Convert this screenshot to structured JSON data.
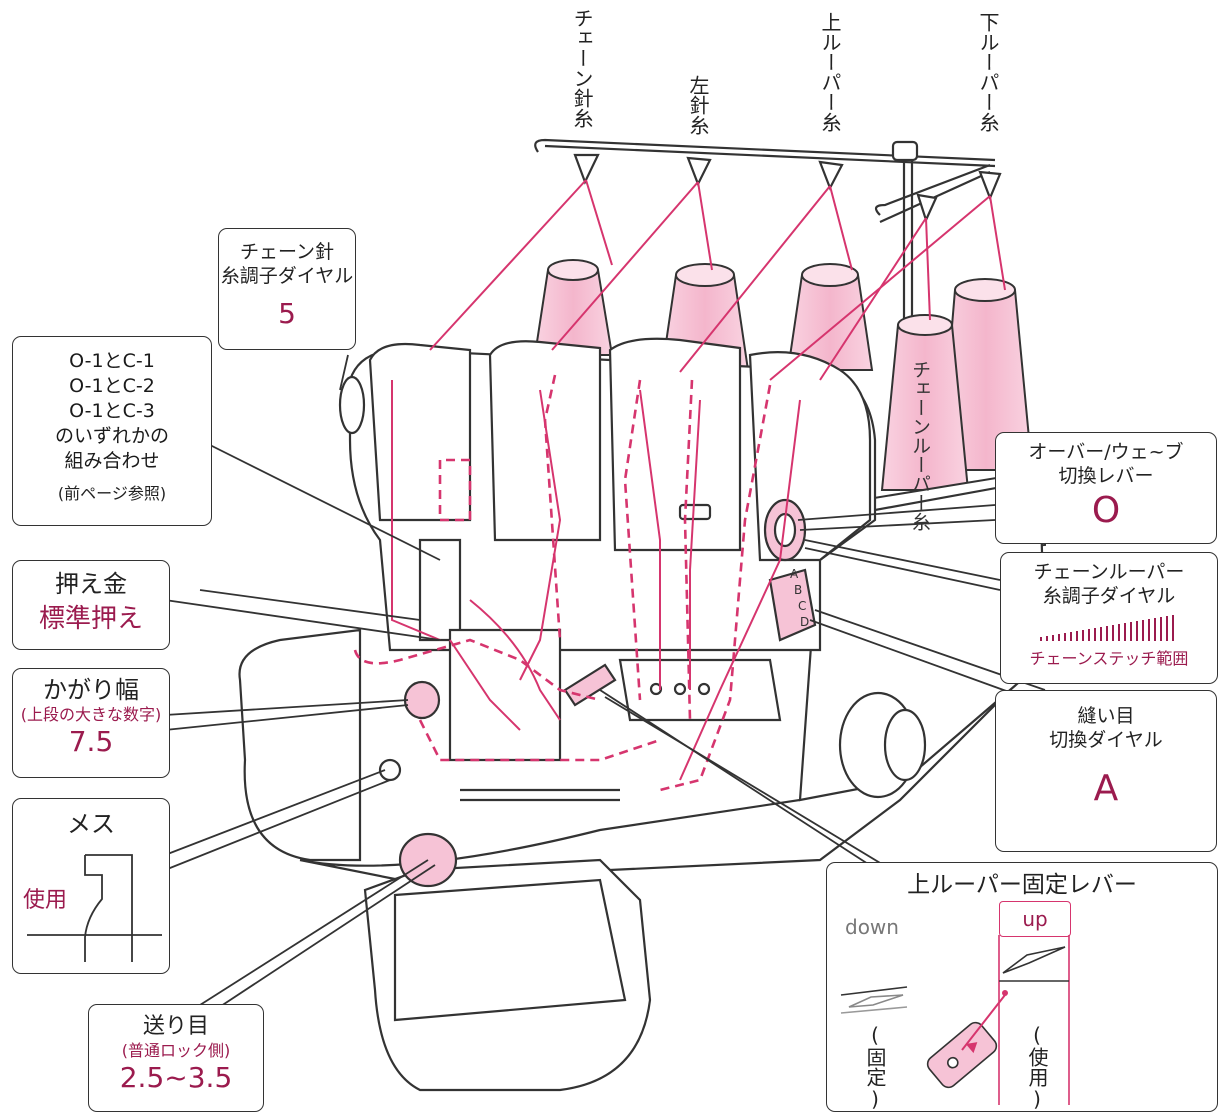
{
  "thread_labels": {
    "chain_needle": "チェーン針糸",
    "left_needle": "左針糸",
    "upper_looper": "上ルーパー糸",
    "lower_looper": "下ルーパー糸"
  },
  "spool_label": "チェーンルーパー糸",
  "callouts": {
    "chain_needle_dial": {
      "title_1": "チェーン針",
      "title_2": "糸調子ダイヤル",
      "value": "5"
    },
    "combination": {
      "lines": [
        "O-1とC-1",
        "O-1とC-2",
        "O-1とC-3",
        "のいずれかの",
        "組み合わせ"
      ],
      "note": "(前ページ参照)"
    },
    "presser_foot": {
      "title": "押え金",
      "value": "標準押え"
    },
    "stitch_width": {
      "title": "かがり幅",
      "note": "(上段の大きな数字)",
      "value": "7.5"
    },
    "knife": {
      "title": "メス",
      "value": "使用"
    },
    "stitch_length": {
      "title": "送り目",
      "note": "(普通ロック側)",
      "value": "2.5~3.5"
    },
    "over_wave_lever": {
      "title_1": "オーバー/ウェ~ブ",
      "title_2": "切換レバー",
      "value": "O"
    },
    "chain_looper_dial": {
      "title_1": "チェーンルーパー",
      "title_2": "糸調子ダイヤル",
      "note": "チェーンステッチ範囲"
    },
    "stitch_selector": {
      "title_1": "縫い目",
      "title_2": "切換ダイヤル",
      "value": "A"
    },
    "upper_looper_lever": {
      "title": "上ルーパー固定レバー",
      "down_label": "down",
      "down_note": "(固定)",
      "up_label": "up",
      "up_note": "(使用)"
    }
  },
  "dial_letters": [
    "A",
    "B",
    "C",
    "D"
  ],
  "colors": {
    "accent": "#9b1b4e",
    "thread": "#d6356e",
    "spool": "#f6c3d6",
    "line": "#333333"
  }
}
